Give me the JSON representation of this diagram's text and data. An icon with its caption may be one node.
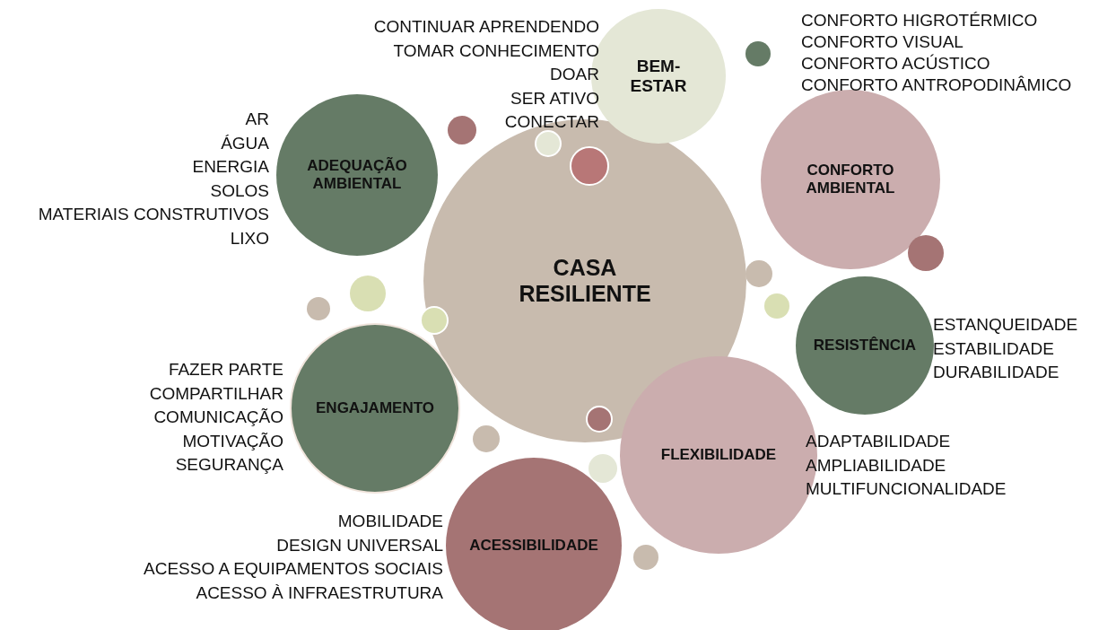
{
  "diagram": {
    "nodes": [
      {
        "text": [
          "BEM-ESTAR"
        ],
        "beside": [
          "CONTINUAR APRENDENDO",
          "TOMAR CONHECIMENTO",
          "DOAR",
          "SER ATIVO",
          "CONECTAR"
        ]
      },
      {
        "text": [],
        "shape": "circle"
      },
      {
        "text": [],
        "shape": "circle"
      },
      {
        "text": [
          "CONFORTO AMBIENTAL"
        ],
        "beside": [
          "CONFORTO HIGROTÉRMICO",
          "CONFORTO VISUAL",
          "CONFORTO ACÚSTICO",
          "CONFORTO ANTROPODINÂMICO"
        ]
      },
      {
        "text": [
          "ADEQUAÇÃO AMBIENTAL"
        ],
        "beside": [
          "AR",
          "ÁGUA",
          "ENERGIA",
          "SOLOS",
          "MATERIAIS CONSTRUTIVOS",
          "LIXO"
        ]
      },
      {
        "text": [
          "CASA RESILIENTE"
        ]
      },
      {
        "text": [],
        "shape": "circle",
        "in": 5
      },
      {
        "text": [],
        "shape": "circle",
        "in": 5
      },
      {
        "text": [],
        "shape": "circle"
      },
      {
        "text": [],
        "shape": "circle"
      },
      {
        "text": [],
        "shape": "circle"
      },
      {
        "text": [],
        "shape": "circle"
      },
      {
        "text": [],
        "shape": "circle"
      },
      {
        "text": [],
        "shape": "circle"
      },
      {
        "text": [
          "RESISTÊNCIA"
        ],
        "beside": [
          "ESTANQUEIDADE",
          "ESTABILIDADE",
          "DURABILIDADE"
        ]
      },
      {
        "text": [
          "ENGAJAMENTO"
        ],
        "beside": [
          "FAZER PARTE",
          "COMPARTILHAR",
          "COMUNICAÇÃO",
          "MOTIVAÇÃO",
          "SEGURANÇA"
        ]
      },
      {
        "text": [],
        "shape": "circle",
        "in": 5
      },
      {
        "text": [],
        "shape": "circle"
      },
      {
        "text": [
          "FLEXIBILIDADE"
        ],
        "beside": [
          "ADAPTABILIDADE",
          "AMPLIABILIDADE",
          "MULTIFUNCIONALIDADE"
        ]
      },
      {
        "text": [],
        "shape": "circle"
      },
      {
        "text": [
          "ACESSIBILIDADE"
        ],
        "beside": [
          "MOBILIDADE",
          "DESIGN UNIVERSAL",
          "ACESSO A EQUIPAMENTOS SOCIAIS",
          "ACESSO À INFRAESTRUTURA"
        ]
      },
      {
        "text": [],
        "shape": "circle"
      }
    ],
    "edges": []
  }
}
